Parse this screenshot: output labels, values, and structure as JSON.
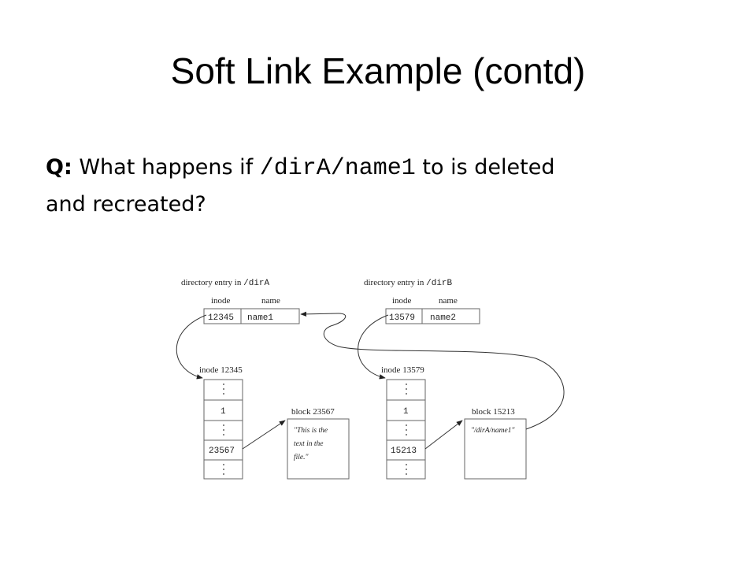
{
  "slide": {
    "title": "Soft Link Example (contd)",
    "question_label": "Q:",
    "question_prefix": "What happens if",
    "question_path": "/dirA/name1",
    "question_suffix": "to is deleted",
    "question_line2": "and recreated?"
  },
  "diagram": {
    "dirA": {
      "caption_prefix": "directory entry in",
      "caption_path": "/dirA",
      "col_inode": "inode",
      "col_name": "name",
      "inode": "12345",
      "name": "name1"
    },
    "dirB": {
      "caption_prefix": "directory entry in",
      "caption_path": "/dirB",
      "col_inode": "inode",
      "col_name": "name",
      "inode": "13579",
      "name": "name2"
    },
    "inodeA": {
      "label": "inode 12345",
      "link_count": "1",
      "block_ptr": "23567"
    },
    "inodeB": {
      "label": "inode 13579",
      "link_count": "1",
      "block_ptr": "15213"
    },
    "blockA": {
      "label": "block 23567",
      "line1": "\"This is the",
      "line2": "text in the",
      "line3": "file.\""
    },
    "blockB": {
      "label": "block 15213",
      "line1": "\"/dirA/name1\""
    }
  }
}
